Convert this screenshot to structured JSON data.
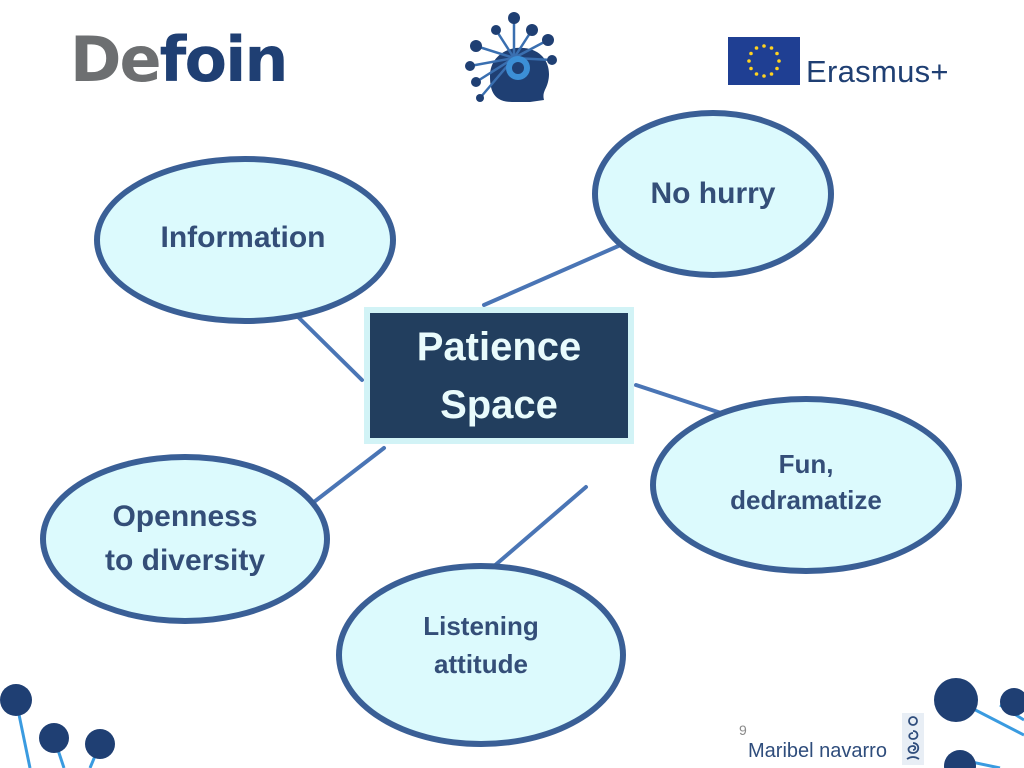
{
  "logos": {
    "defoin_prefix": "De",
    "defoin_suffix": "foin",
    "erasmus": "Erasmus+"
  },
  "diagram": {
    "center": {
      "line1": "Patience",
      "line2": "Space"
    },
    "nodes": [
      {
        "id": "information",
        "lines": [
          "Information"
        ]
      },
      {
        "id": "no-hurry",
        "lines": [
          "No hurry"
        ]
      },
      {
        "id": "fun",
        "lines": [
          "Fun,",
          "dedramatize"
        ]
      },
      {
        "id": "openness",
        "lines": [
          "Openness",
          "to diversity"
        ]
      },
      {
        "id": "listening",
        "lines": [
          "Listening",
          "attitude"
        ]
      }
    ]
  },
  "footer": {
    "page_number": "9",
    "author": "Maribel navarro"
  },
  "colors": {
    "bubble_fill": "#dcfafd",
    "bubble_border": "#3a5f96",
    "center_fill": "#223e5e",
    "center_border": "#d2f3f6",
    "connector": "#4a75b5",
    "dot_dark": "#1f3f73"
  }
}
